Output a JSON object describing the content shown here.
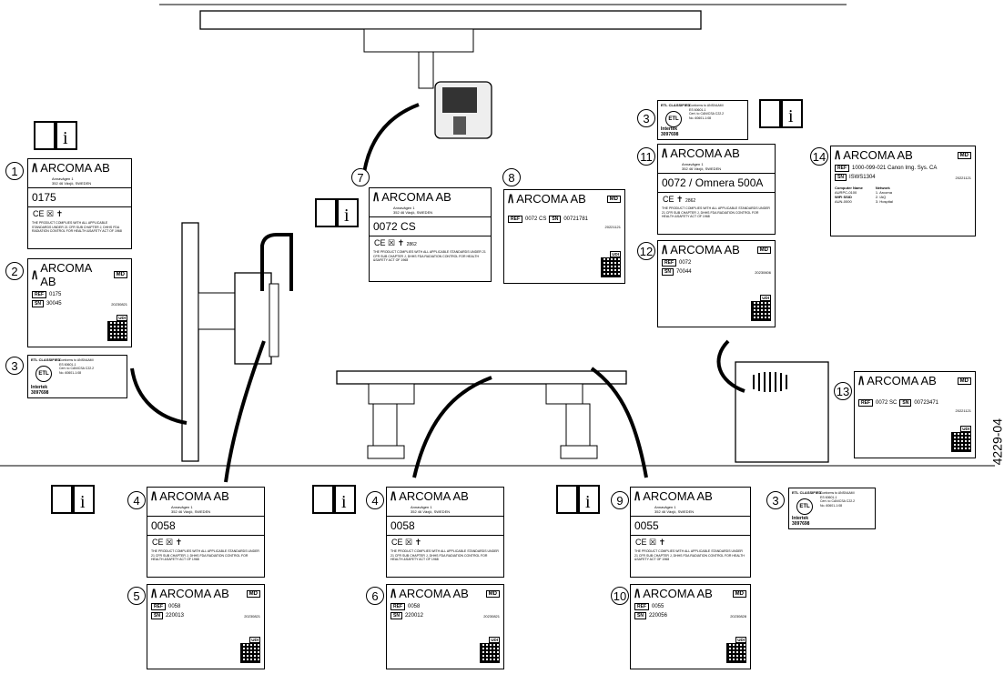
{
  "figure_id": "4229-04",
  "info_icon_letter": "i",
  "brand": "ARCOMA AB",
  "address": [
    "Annavägen 1",
    "352 46 Växjö, SWEDEN"
  ],
  "md": "MD",
  "udi": "UDI",
  "ref_tag": "REF",
  "sn_tag": "SN",
  "compliance": "THE PRODUCT COMPLIES WITH ALL APPLICABLE STANDARDS UNDER 21 CFR SUB CHAPTER J, DHHS FDA RADIATION CONTROL FOR HEALTH &SAFETY ACT OF 1968",
  "etl": {
    "title": "ETL CLASSIFIED",
    "mark": "ETL",
    "text": [
      "Conforms to ANSI/AAMI",
      "ES 60601-1",
      "Cert. to CAN/CSA C22.2",
      "No. 60601-1:08"
    ],
    "maker": "Intertek",
    "num": "3097698"
  },
  "labels": [
    {
      "n": "1",
      "serial": "0175"
    },
    {
      "n": "2",
      "ref": "0175",
      "sn": "30045",
      "date": "20230821"
    },
    {
      "n": "3"
    },
    {
      "n": "4",
      "serial": "0058"
    },
    {
      "n": "5",
      "ref": "0058",
      "sn": "220013",
      "date": "20230821"
    },
    {
      "n": "4",
      "serial": "0058"
    },
    {
      "n": "6",
      "ref": "0058",
      "sn": "220012",
      "date": "20230821"
    },
    {
      "n": "7",
      "serial": "0072 CS",
      "ce": "2862"
    },
    {
      "n": "8",
      "ref": "0072 CS",
      "sn": "00721781",
      "date": "20221121"
    },
    {
      "n": "3"
    },
    {
      "n": "11",
      "serial": "0072 / Omnera 500A",
      "ce": "2862"
    },
    {
      "n": "12",
      "ref": "0072",
      "sn": "70044",
      "date": "20230606"
    },
    {
      "n": "14",
      "ref": "1000-099-021 Canon Img. Sys. CA",
      "sn": "ISWS1304",
      "date": "20221121"
    },
    {
      "n": "13",
      "ref": "0072 SC",
      "sn": "00723471",
      "date": "20221121"
    },
    {
      "n": "9",
      "serial": "0055"
    },
    {
      "n": "10",
      "ref": "0055",
      "sn": "220056",
      "date": "20230828"
    },
    {
      "n": "3"
    }
  ],
  "wifi": {
    "h1": "Computer Name",
    "v1": "AURPC-0100",
    "h2": "WiFi SSID",
    "v2": "AUN-0000",
    "h3": "Network",
    "n1": "1. Arcoma",
    "n2": "2. IAQ",
    "n3": "3. Hospital"
  }
}
